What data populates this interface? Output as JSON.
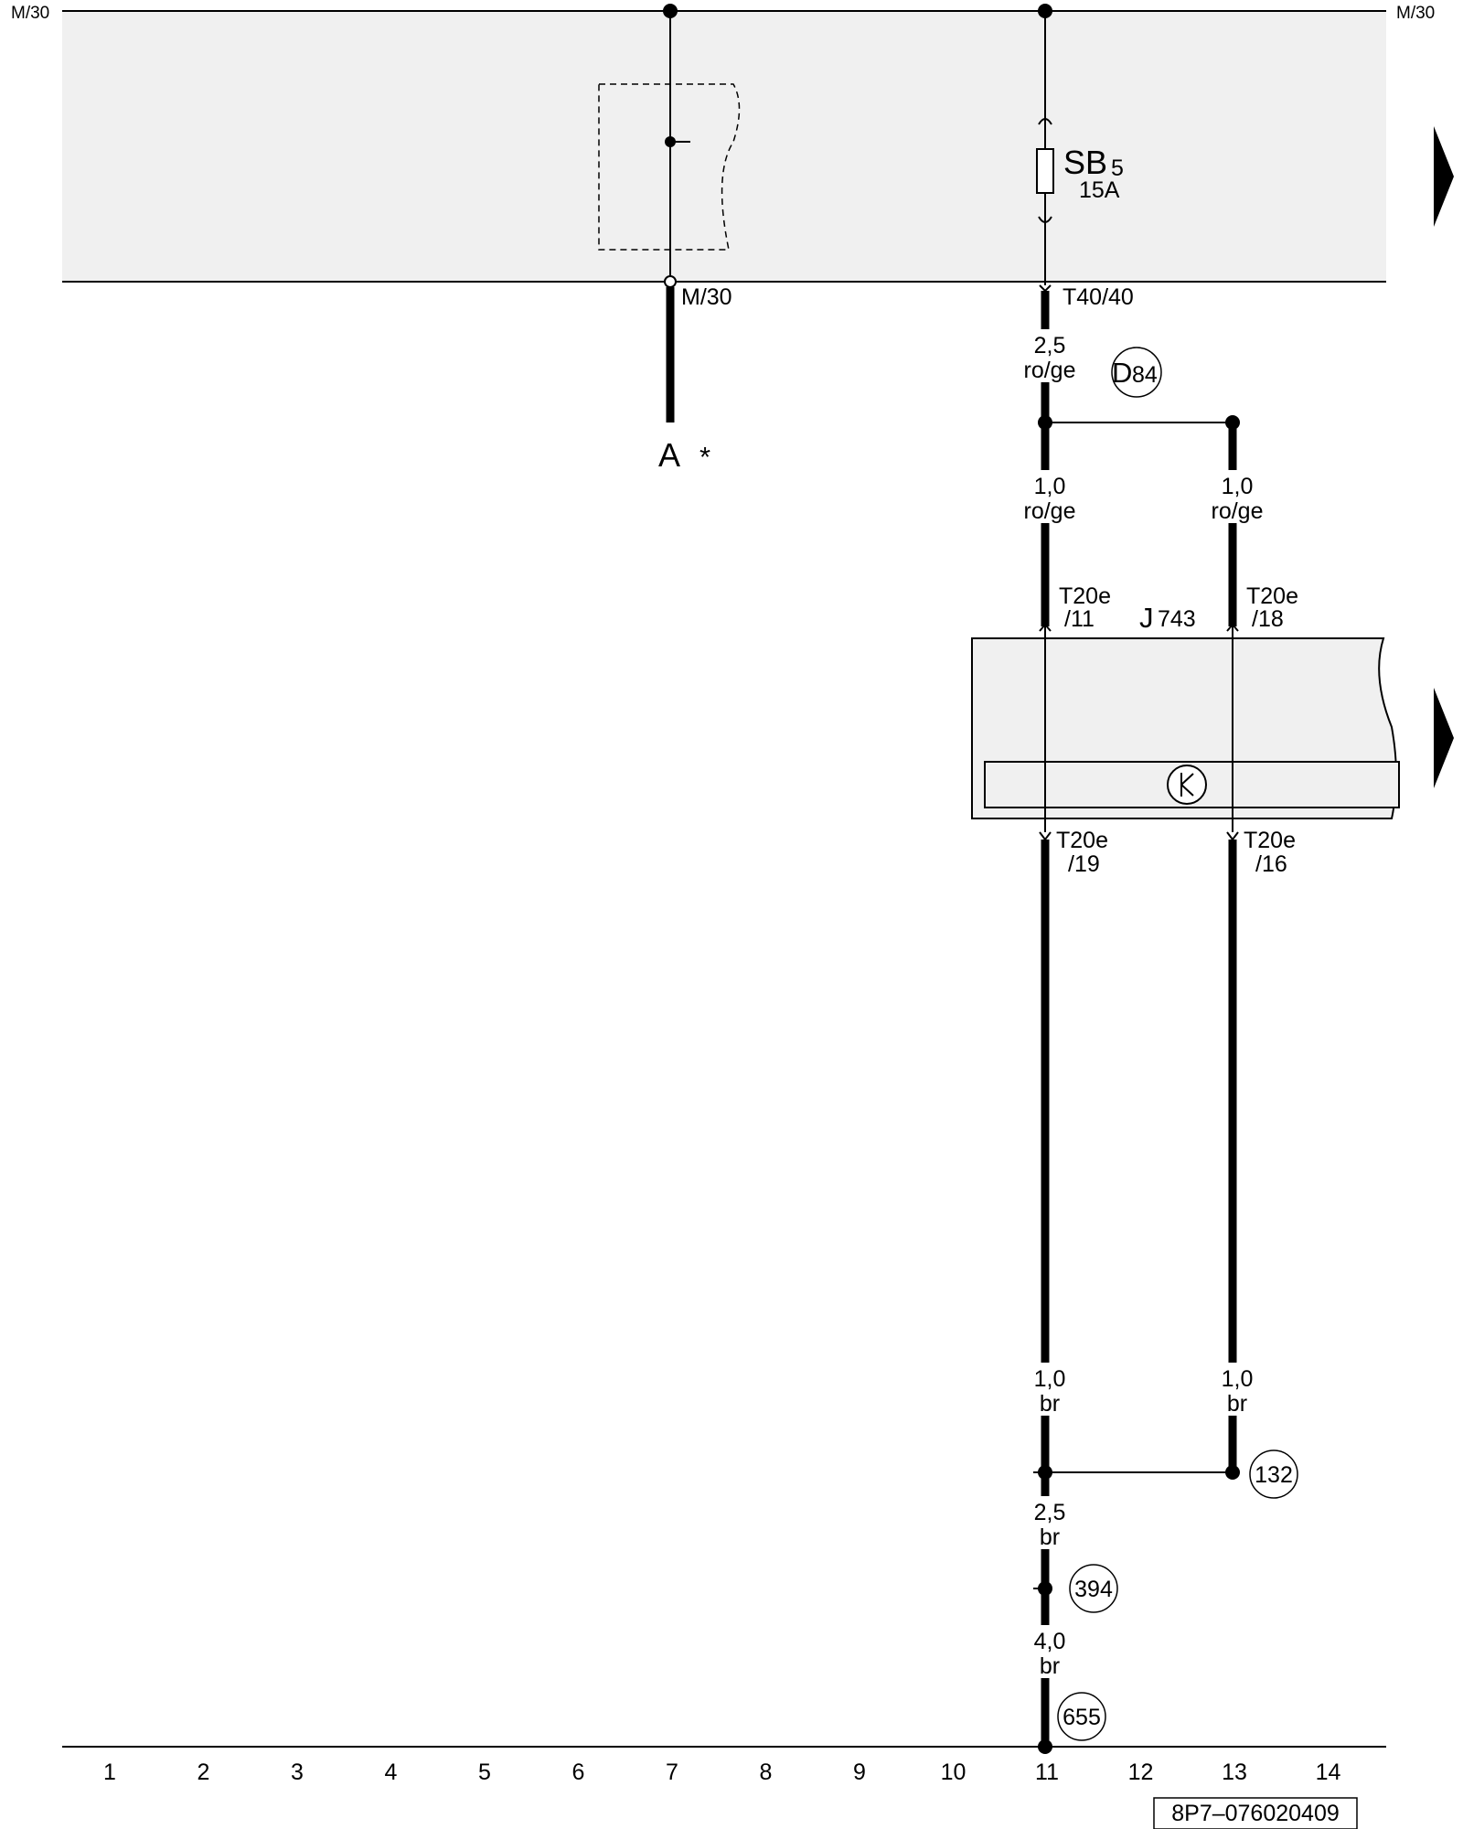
{
  "rails": {
    "top_left": "M/30",
    "top_right": "M/30"
  },
  "fuse": {
    "name": "SB",
    "number": "5",
    "rating": "15A"
  },
  "connectors": {
    "m30_tap": "M/30",
    "t40": "T40/40",
    "t20e_11_top": "T20e",
    "t20e_11_bot": "/11",
    "t20e_18_top": "T20e",
    "t20e_18_bot": "/18",
    "t20e_19_top": "T20e",
    "t20e_19_bot": "/19",
    "t20e_16_top": "T20e",
    "t20e_16_bot": "/16"
  },
  "components": {
    "module_letter": "J",
    "module_number": "743",
    "a_label": "A",
    "a_mark": "*"
  },
  "wires": [
    {
      "id": "w1",
      "size": "2,5",
      "color": "ro/ge"
    },
    {
      "id": "w2",
      "size": "1,0",
      "color": "ro/ge"
    },
    {
      "id": "w3",
      "size": "1,0",
      "color": "ro/ge"
    },
    {
      "id": "w4",
      "size": "1,0",
      "color": "br"
    },
    {
      "id": "w5",
      "size": "1,0",
      "color": "br"
    },
    {
      "id": "w6",
      "size": "2,5",
      "color": "br"
    },
    {
      "id": "w7",
      "size": "4,0",
      "color": "br"
    }
  ],
  "junctions": {
    "d_letter": "D",
    "d_number": "84",
    "j132": "132",
    "j394": "394",
    "j655": "655"
  },
  "grid_numbers": [
    "1",
    "2",
    "3",
    "4",
    "5",
    "6",
    "7",
    "8",
    "9",
    "10",
    "11",
    "12",
    "13",
    "14"
  ],
  "footer": {
    "code": "8P7–076020409"
  }
}
